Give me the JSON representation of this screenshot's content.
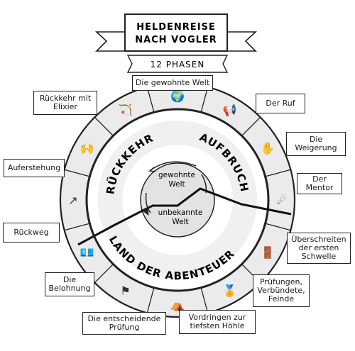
{
  "banner": {
    "title_line1": "HELDENREISE",
    "title_line2": "NACH VOGLER",
    "subtitle": "12 PHASEN"
  },
  "center": {
    "known_world": "gewohnte\nWelt",
    "unknown_world": "unbekannte\nWelt"
  },
  "ring_labels": {
    "aufbruch": "AUFBRUCH",
    "rueckkehr": "RÜCKKEHR",
    "abenteuer": "LAND DER ABENTEUER"
  },
  "phases": [
    {
      "label": "Die gewohnte Welt",
      "icon": "globe-icon"
    },
    {
      "label": "Der Ruf",
      "icon": "megaphone-icon"
    },
    {
      "label": "Die\nWeigerung",
      "icon": "stop-hand-icon"
    },
    {
      "label": "Der\nMentor",
      "icon": "mentor-icon"
    },
    {
      "label": "Überschreiten\nder ersten\nSchwelle",
      "icon": "door-icon"
    },
    {
      "label": "Prüfungen,\nVerbündete,\nFeinde",
      "icon": "medal-icon"
    },
    {
      "label": "Vordringen zur\ntiefsten Höhle",
      "icon": "cave-icon"
    },
    {
      "label": "Die entscheidende\nPrüfung",
      "icon": "flag-icon"
    },
    {
      "label": "Die\nBelohnung",
      "icon": "money-icon"
    },
    {
      "label": "Rückweg",
      "icon": "path-arrow-icon"
    },
    {
      "label": "Auferstehung",
      "icon": "raised-hands-icon"
    },
    {
      "label": "Rückkehr mit\nElixier",
      "icon": "potion-icon"
    }
  ]
}
